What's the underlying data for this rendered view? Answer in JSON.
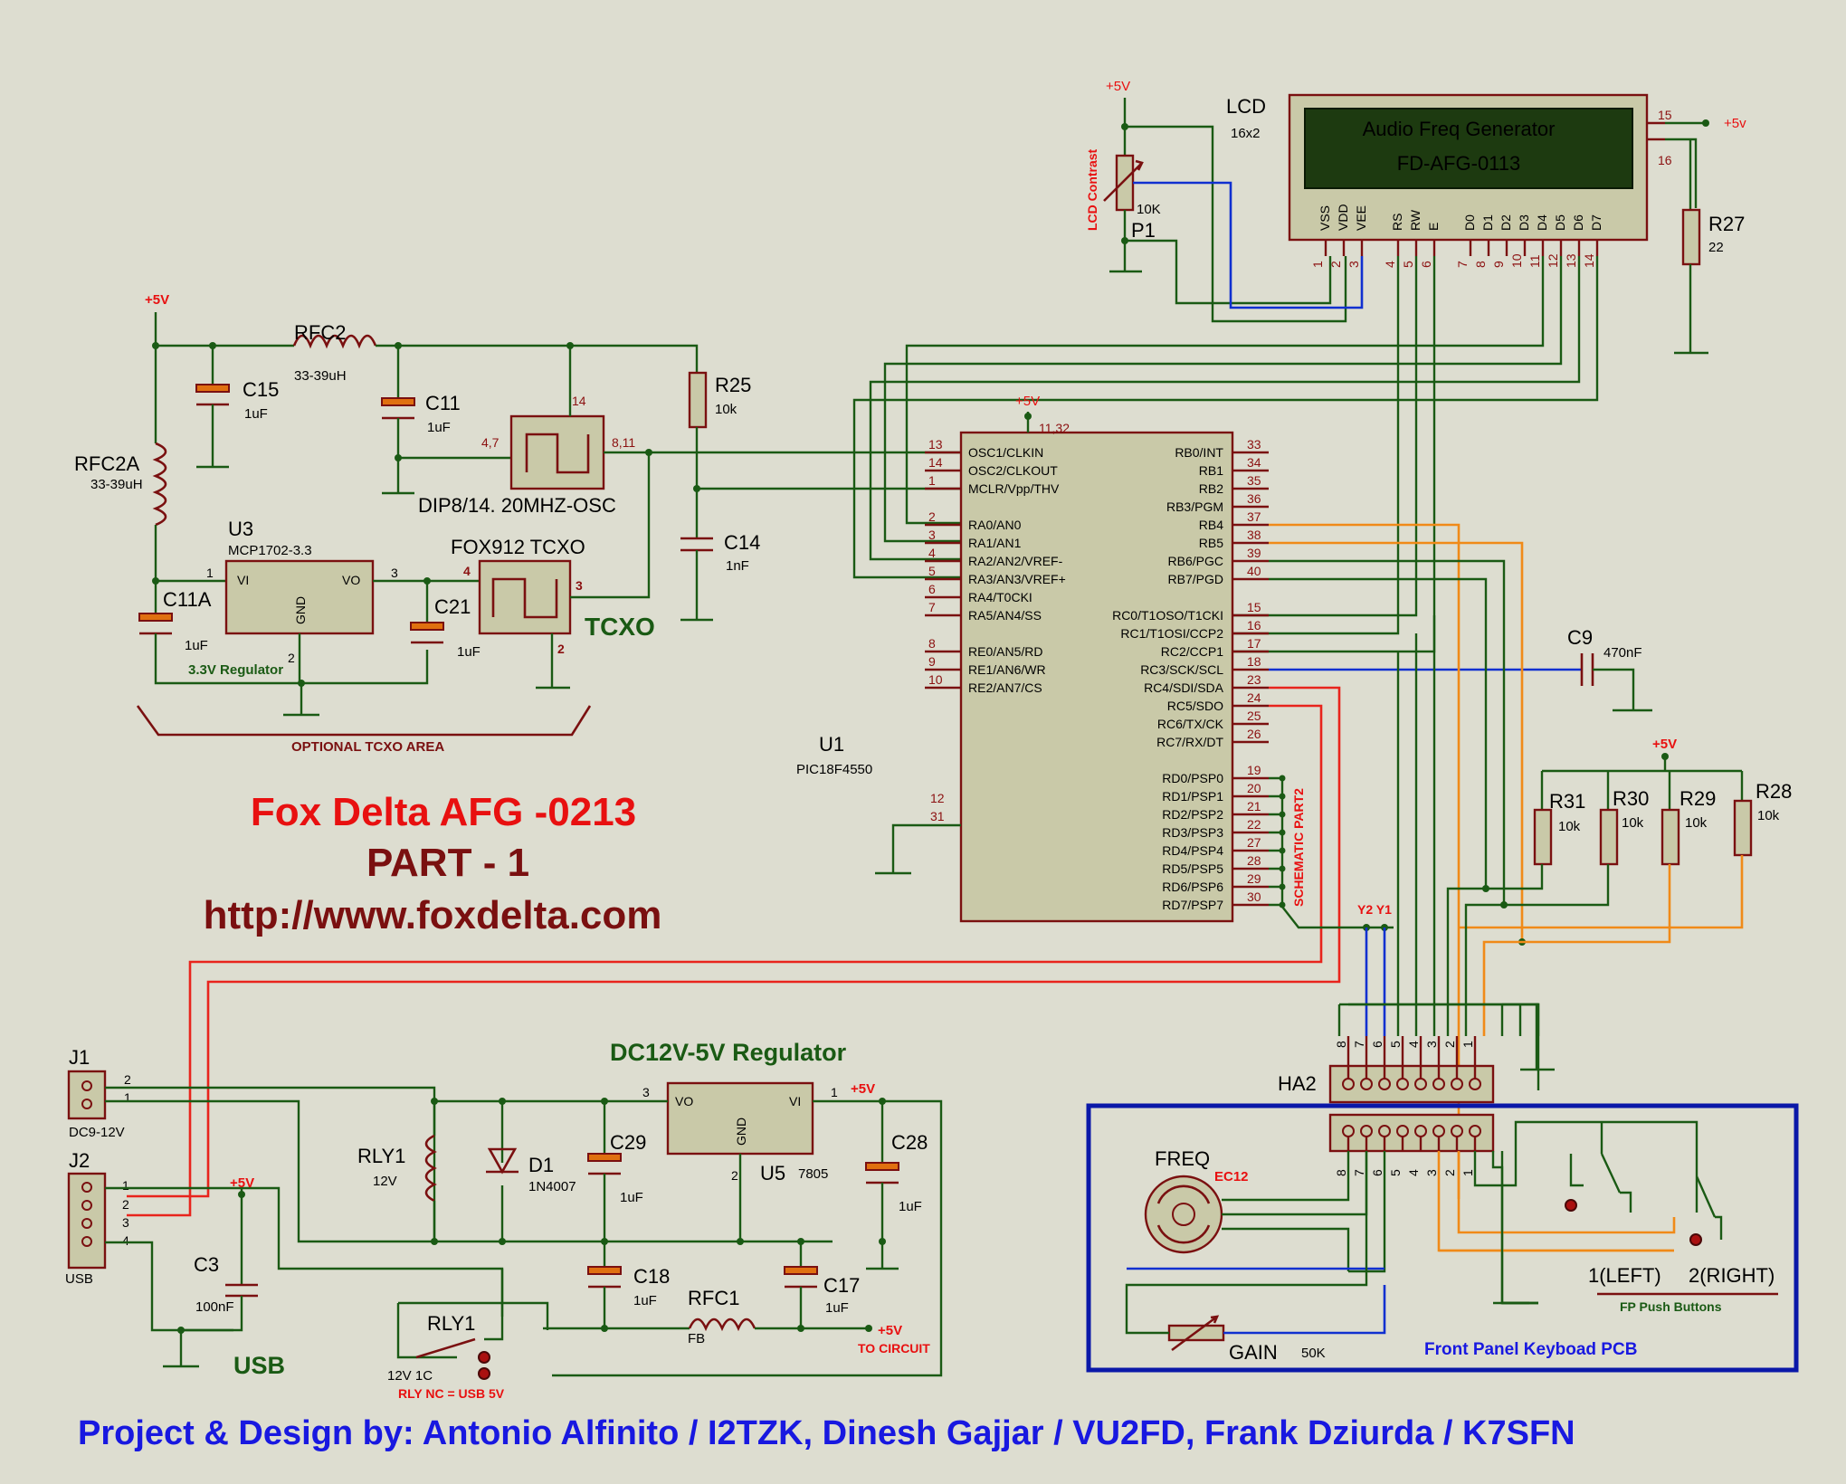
{
  "title": {
    "line1": "Fox Delta AFG -0213",
    "line2": "PART - 1",
    "line3": "http://www.foxdelta.com"
  },
  "credits": "Project & Design by:   Antonio Alfinito / I2TZK, Dinesh Gajjar / VU2FD, Frank Dziurda / K7SFN",
  "lcd": {
    "label": "LCD",
    "type": "16x2",
    "line1": "Audio Freq Generator",
    "line2": "FD-AFG-0113",
    "pins": [
      "VSS",
      "VDD",
      "VEE",
      "RS",
      "RW",
      "E",
      "D0",
      "D1",
      "D2",
      "D3",
      "D4",
      "D5",
      "D6",
      "D7"
    ],
    "pin_numbers": [
      "1",
      "2",
      "3",
      "4",
      "5",
      "6",
      "7",
      "8",
      "9",
      "10",
      "11",
      "12",
      "13",
      "14"
    ],
    "pin15": "15",
    "pin16": "16"
  },
  "contrast": {
    "rotated_label": "LCD Contrast",
    "ref": "P1",
    "value": "10K",
    "supply": "+5V"
  },
  "r27": {
    "ref": "R27",
    "value": "22",
    "supply": "+5v"
  },
  "left_section": {
    "supply": "+5V",
    "rfc2": {
      "ref": "RFC2",
      "value": "33-39uH"
    },
    "rfc2a": {
      "ref": "RFC2A",
      "value": "33-39uH"
    },
    "c15": {
      "ref": "C15",
      "value": "1uF"
    },
    "c11": {
      "ref": "C11",
      "value": "1uF"
    },
    "r25": {
      "ref": "R25",
      "value": "10k"
    },
    "osc": {
      "pin_left": "4,7",
      "pin_top": "14",
      "pin_right": "8,11",
      "label": "DIP8/14. 20MHZ-OSC"
    },
    "c14": {
      "ref": "C14",
      "value": "1nF"
    },
    "u3": {
      "ref": "U3",
      "part": "MCP1702-3.3",
      "vi": "VI",
      "vo": "VO",
      "gnd": "GND",
      "p1": "1",
      "p2": "2",
      "p3": "3"
    },
    "c11a": {
      "ref": "C11A",
      "value": "1uF"
    },
    "c21": {
      "ref": "C21",
      "value": "1uF"
    },
    "reg_label": "3.3V Regulator",
    "tcxo": {
      "label": "FOX912 TCXO",
      "p4": "4",
      "p3": "3",
      "p2": "2",
      "big": "TCXO"
    },
    "area": "OPTIONAL TCXO AREA"
  },
  "u1": {
    "ref": "U1",
    "part": "PIC18F4550",
    "supply": "+5V",
    "supply_pins": "11,32",
    "gnd_pins": [
      "12",
      "31"
    ],
    "left_pins": [
      {
        "n": "13",
        "name": "OSC1/CLKIN"
      },
      {
        "n": "14",
        "name": "OSC2/CLKOUT"
      },
      {
        "n": "1",
        "name": "MCLR/Vpp/THV"
      },
      {
        "n": "2",
        "name": "RA0/AN0"
      },
      {
        "n": "3",
        "name": "RA1/AN1"
      },
      {
        "n": "4",
        "name": "RA2/AN2/VREF-"
      },
      {
        "n": "5",
        "name": "RA3/AN3/VREF+"
      },
      {
        "n": "6",
        "name": "RA4/T0CKI"
      },
      {
        "n": "7",
        "name": "RA5/AN4/SS"
      },
      {
        "n": "8",
        "name": "RE0/AN5/RD"
      },
      {
        "n": "9",
        "name": "RE1/AN6/WR"
      },
      {
        "n": "10",
        "name": "RE2/AN7/CS"
      }
    ],
    "right_pins": [
      {
        "n": "33",
        "name": "RB0/INT"
      },
      {
        "n": "34",
        "name": "RB1"
      },
      {
        "n": "35",
        "name": "RB2"
      },
      {
        "n": "36",
        "name": "RB3/PGM"
      },
      {
        "n": "37",
        "name": "RB4"
      },
      {
        "n": "38",
        "name": "RB5"
      },
      {
        "n": "39",
        "name": "RB6/PGC"
      },
      {
        "n": "40",
        "name": "RB7/PGD"
      },
      {
        "n": "15",
        "name": "RC0/T1OSO/T1CKI"
      },
      {
        "n": "16",
        "name": "RC1/T1OSI/CCP2"
      },
      {
        "n": "17",
        "name": "RC2/CCP1"
      },
      {
        "n": "18",
        "name": "RC3/SCK/SCL"
      },
      {
        "n": "23",
        "name": "RC4/SDI/SDA"
      },
      {
        "n": "24",
        "name": "RC5/SDO"
      },
      {
        "n": "25",
        "name": "RC6/TX/CK"
      },
      {
        "n": "26",
        "name": "RC7/RX/DT"
      },
      {
        "n": "19",
        "name": "RD0/PSP0"
      },
      {
        "n": "20",
        "name": "RD1/PSP1"
      },
      {
        "n": "21",
        "name": "RD2/PSP2"
      },
      {
        "n": "22",
        "name": "RD3/PSP3"
      },
      {
        "n": "27",
        "name": "RD4/PSP4"
      },
      {
        "n": "28",
        "name": "RD5/PSP5"
      },
      {
        "n": "29",
        "name": "RD6/PSP6"
      },
      {
        "n": "30",
        "name": "RD7/PSP7"
      }
    ],
    "part2_label": "SCHEMATIC PART2"
  },
  "c9": {
    "ref": "C9",
    "value": "470nF"
  },
  "pullups": {
    "supply": "+5V",
    "r31": {
      "ref": "R31",
      "value": "10k"
    },
    "r30": {
      "ref": "R30",
      "value": "10k"
    },
    "r29": {
      "ref": "R29",
      "value": "10k"
    },
    "r28": {
      "ref": "R28",
      "value": "10k"
    }
  },
  "y_labels": "Y2 Y1",
  "ha2": {
    "ref": "HA2",
    "pins": [
      "8",
      "7",
      "6",
      "5",
      "4",
      "3",
      "2",
      "1"
    ]
  },
  "keyboard": {
    "freq": "FREQ",
    "encoder": "EC12",
    "gain": "GAIN",
    "gain_value": "50K",
    "left_btn": "1(LEFT)",
    "right_btn": "2(RIGHT)",
    "fp_label": "FP Push Buttons",
    "panel_label": "Front Panel Keyboad PCB"
  },
  "power": {
    "title": "DC12V-5V Regulator",
    "j1": {
      "ref": "J1",
      "value": "DC9-12V",
      "p1": "1",
      "p2": "2"
    },
    "j2": {
      "ref": "J2",
      "value": "USB",
      "pins": [
        "1",
        "2",
        "3",
        "4"
      ]
    },
    "supply_usb": "+5V",
    "c3": {
      "ref": "C3",
      "value": "100nF"
    },
    "usb": "USB",
    "rly1": {
      "ref": "RLY1",
      "value": "12V"
    },
    "d1": {
      "ref": "D1",
      "value": "1N4007"
    },
    "c29": {
      "ref": "C29",
      "value": "1uF"
    },
    "u5": {
      "ref": "U5",
      "part": "7805",
      "vo": "VO",
      "vi": "VI",
      "gnd": "GND",
      "p1": "1",
      "p2": "2",
      "p3": "3"
    },
    "supply_out": "+5V",
    "c28": {
      "ref": "C28",
      "value": "1uF"
    },
    "c18": {
      "ref": "C18",
      "value": "1uF"
    },
    "c17": {
      "ref": "C17",
      "value": "1uF"
    },
    "rfc1": {
      "ref": "RFC1",
      "value": "FB"
    },
    "to_circuit_supply": "+5V",
    "to_circuit": "TO CIRCUIT",
    "rly1b": {
      "ref": "RLY1",
      "value": "12V 1C"
    },
    "rly_nc": "RLY NC = USB 5V"
  }
}
